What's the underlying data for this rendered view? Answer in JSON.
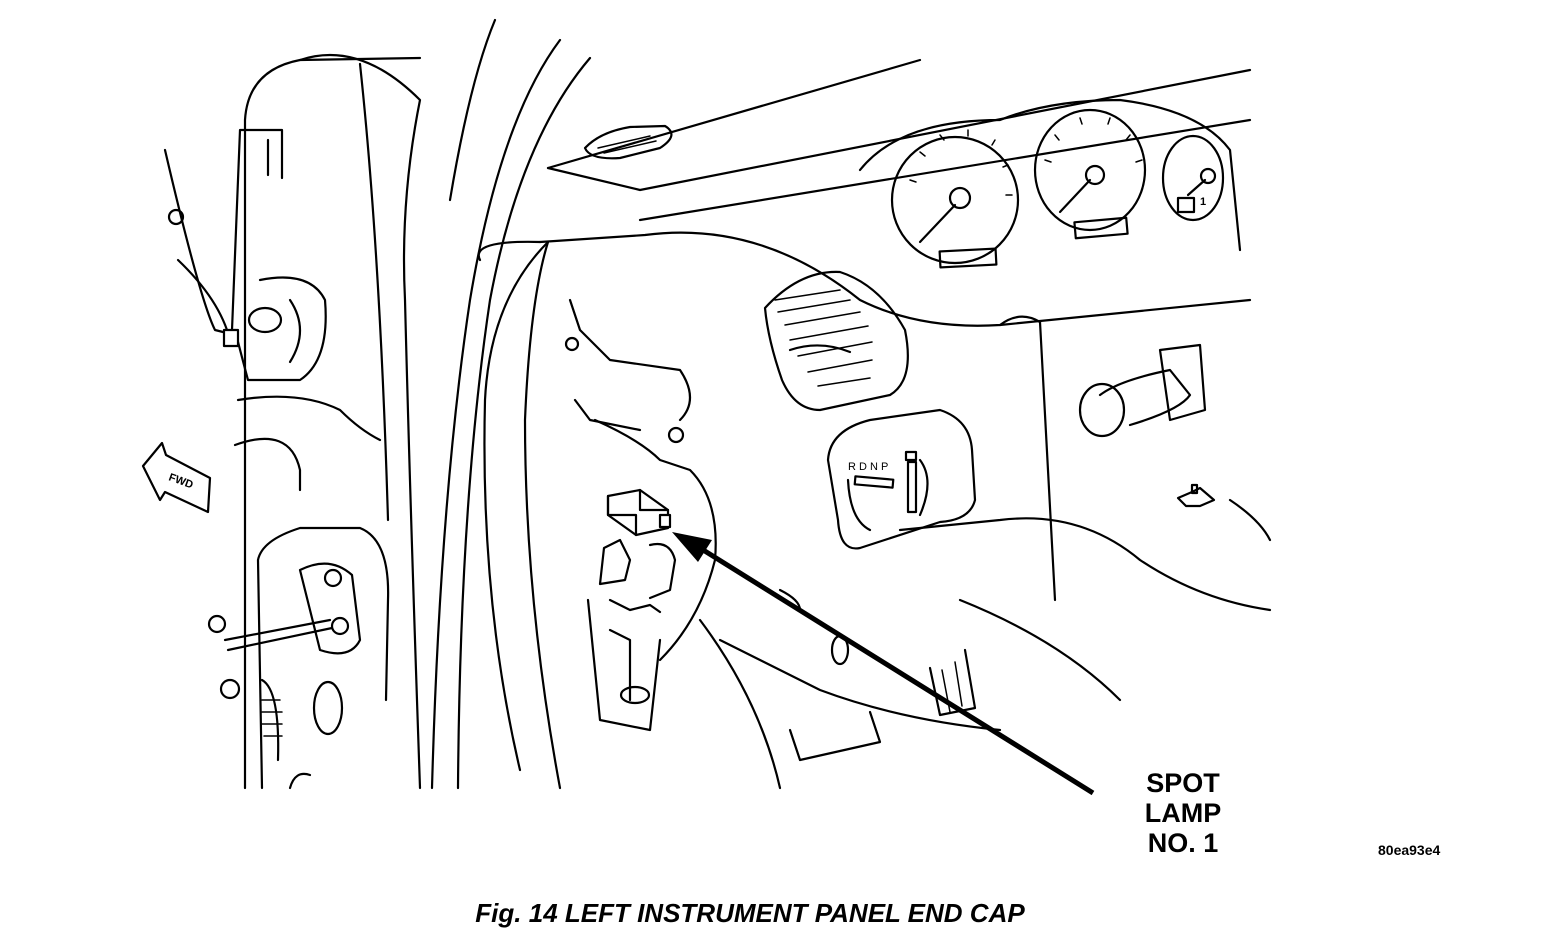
{
  "figure": {
    "caption": "Fig. 14 LEFT INSTRUMENT PANEL END CAP",
    "image_code": "80ea93e4",
    "callouts": [
      {
        "lines": [
          "SPOT",
          "LAMP",
          "NO. 1"
        ]
      }
    ],
    "drawing_labels": {
      "fwd_arrow": "FWD",
      "gear_selector": "R D N P",
      "gauge_digit": "1"
    }
  }
}
